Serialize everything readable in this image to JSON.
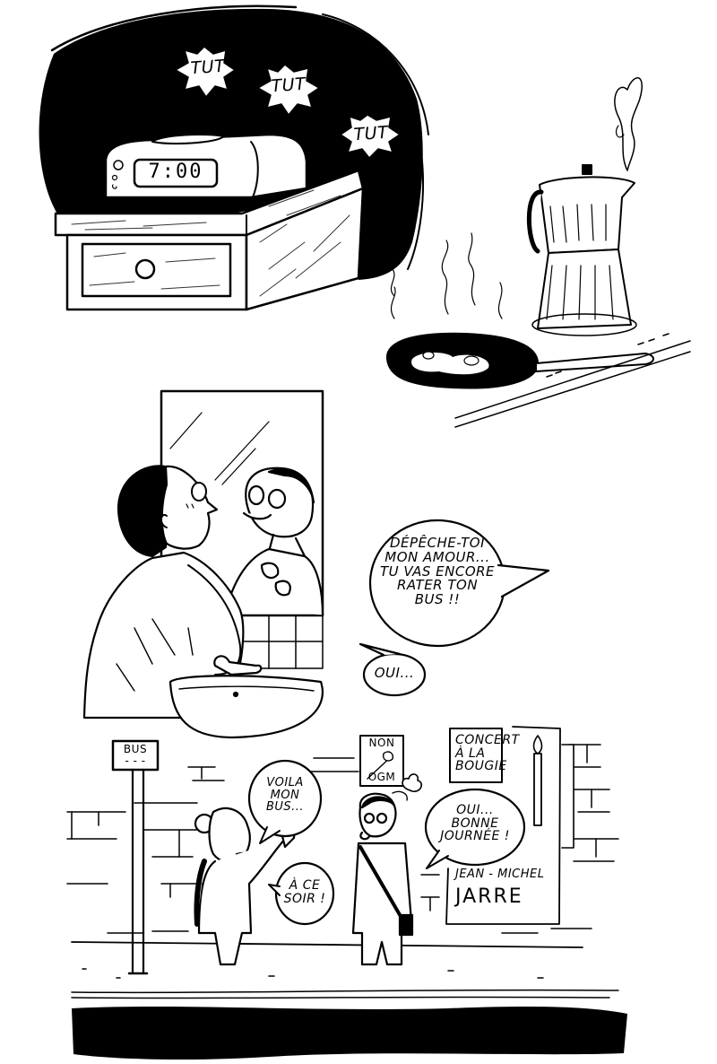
{
  "page": {
    "type": "comic page",
    "style": "black-and-white ink drawing",
    "colors": {
      "ink": "#000000",
      "paper": "#ffffff"
    }
  },
  "panels": [
    {
      "id": "alarm",
      "description": "Alarm clock on bedside table ringing in the dark",
      "clock_display": "7:00",
      "sound_effects": [
        "TUT",
        "TUT",
        "TUT"
      ]
    },
    {
      "id": "kitchen",
      "description": "Moka coffee pot steaming with heart-shaped steam, frying pan with two eggs on stove"
    },
    {
      "id": "bathroom",
      "description": "Woman looks at man fixing his collar in bathroom mirror",
      "bubbles": [
        {
          "speaker": "woman",
          "lines": [
            "DÉPÊCHE-TOI",
            "MON AMOUR...",
            "TU VAS ENCORE",
            "RATER TON",
            "BUS !!"
          ]
        },
        {
          "speaker": "man",
          "lines": [
            "OUI..."
          ]
        }
      ]
    },
    {
      "id": "bus-stop",
      "description": "Two people at a bus stop in front of a brick wall with posters",
      "bus_sign": {
        "label": "BUS",
        "sub": "- - -"
      },
      "posters": [
        {
          "lines": [
            "NON",
            "OGM"
          ]
        },
        {
          "lines": [
            "CONCERT",
            "À LA",
            "BOUGIE"
          ]
        },
        {
          "lines": [
            "JEAN - MICHEL",
            "JARRE"
          ]
        }
      ],
      "bubbles": [
        {
          "speaker": "woman",
          "lines": [
            "VOILA",
            "MON",
            "BUS..."
          ]
        },
        {
          "speaker": "man",
          "lines": [
            "OUI...",
            "BONNE",
            "JOURNÉE !"
          ]
        },
        {
          "speaker": "woman",
          "lines": [
            "À CE",
            "SOIR !"
          ]
        }
      ]
    }
  ]
}
